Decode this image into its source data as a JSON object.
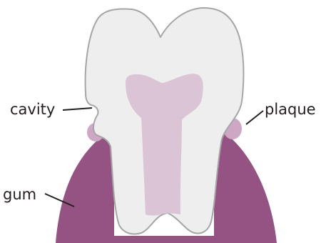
{
  "labels": {
    "cavity": "cavity",
    "plaque": "plaque",
    "gum": "gum"
  },
  "colors": {
    "gum": "#955384",
    "tooth": "#eeeeef",
    "tooth_outline": "#a6a6a8",
    "pulp": "#dac4d5",
    "plaque": "#cda7c3",
    "text": "#231f20"
  }
}
